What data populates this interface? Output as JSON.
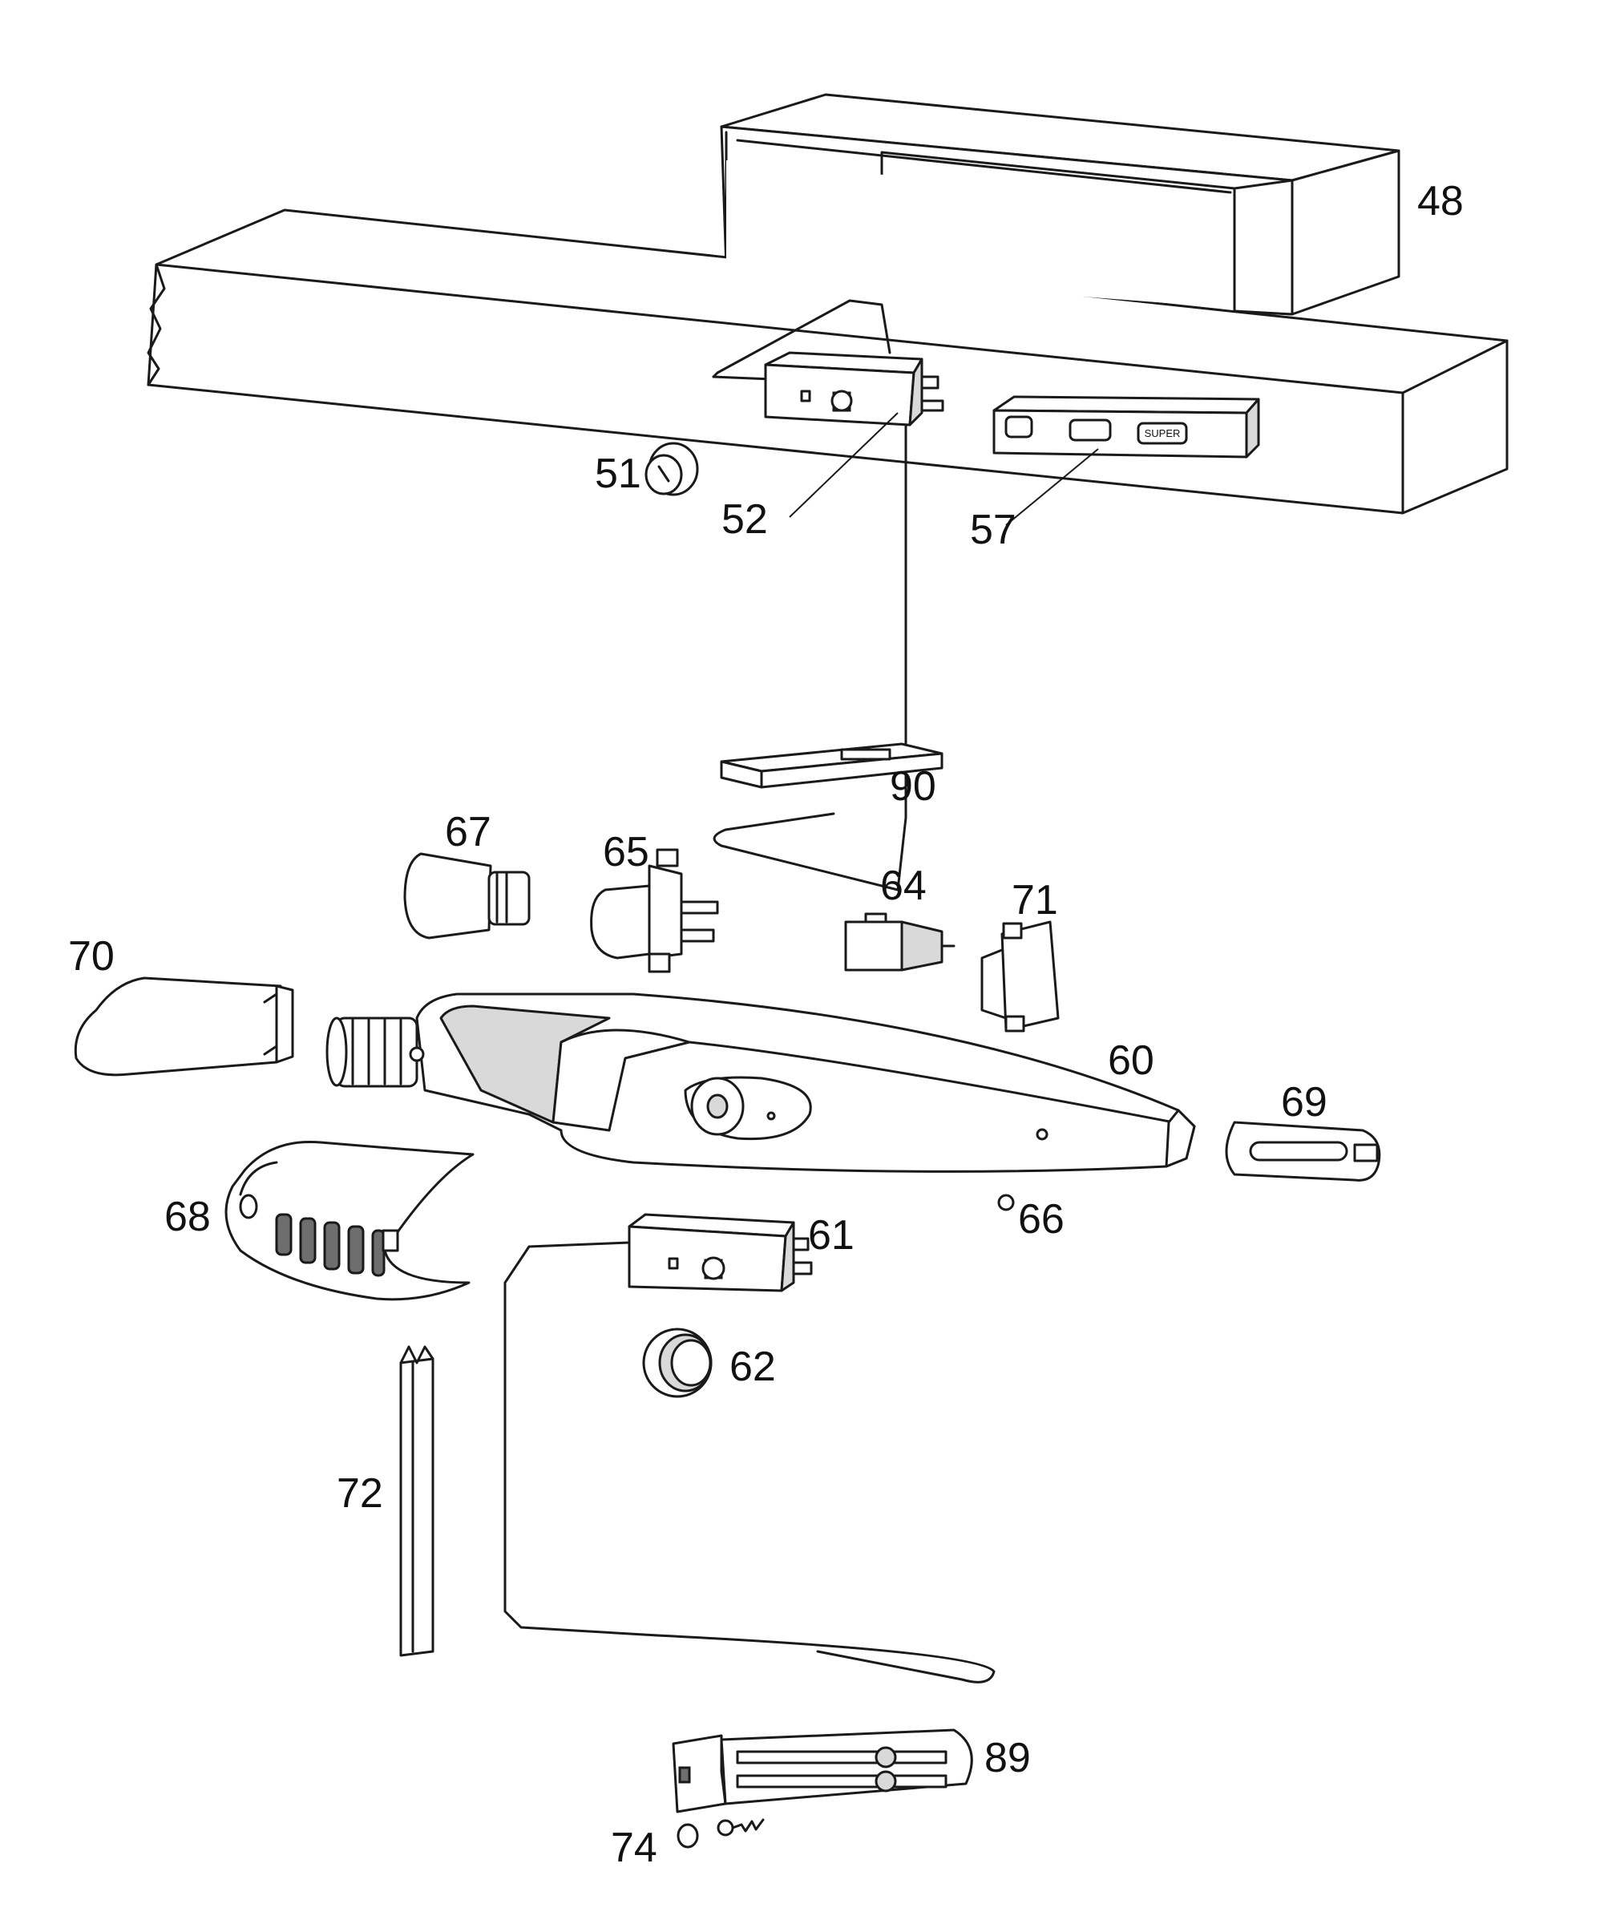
{
  "diagram": {
    "callouts": [
      {
        "id": "48",
        "text": "48"
      },
      {
        "id": "51",
        "text": "51"
      },
      {
        "id": "52",
        "text": "52"
      },
      {
        "id": "57",
        "text": "57"
      },
      {
        "id": "90",
        "text": "90"
      },
      {
        "id": "67",
        "text": "67"
      },
      {
        "id": "65",
        "text": "65"
      },
      {
        "id": "64",
        "text": "64"
      },
      {
        "id": "71",
        "text": "71"
      },
      {
        "id": "70",
        "text": "70"
      },
      {
        "id": "60",
        "text": "60"
      },
      {
        "id": "69",
        "text": "69"
      },
      {
        "id": "68",
        "text": "68"
      },
      {
        "id": "61",
        "text": "61"
      },
      {
        "id": "66",
        "text": "66"
      },
      {
        "id": "62",
        "text": "62"
      },
      {
        "id": "72",
        "text": "72"
      },
      {
        "id": "89",
        "text": "89"
      },
      {
        "id": "74",
        "text": "74"
      }
    ],
    "control_panel_label": "SUPER"
  }
}
